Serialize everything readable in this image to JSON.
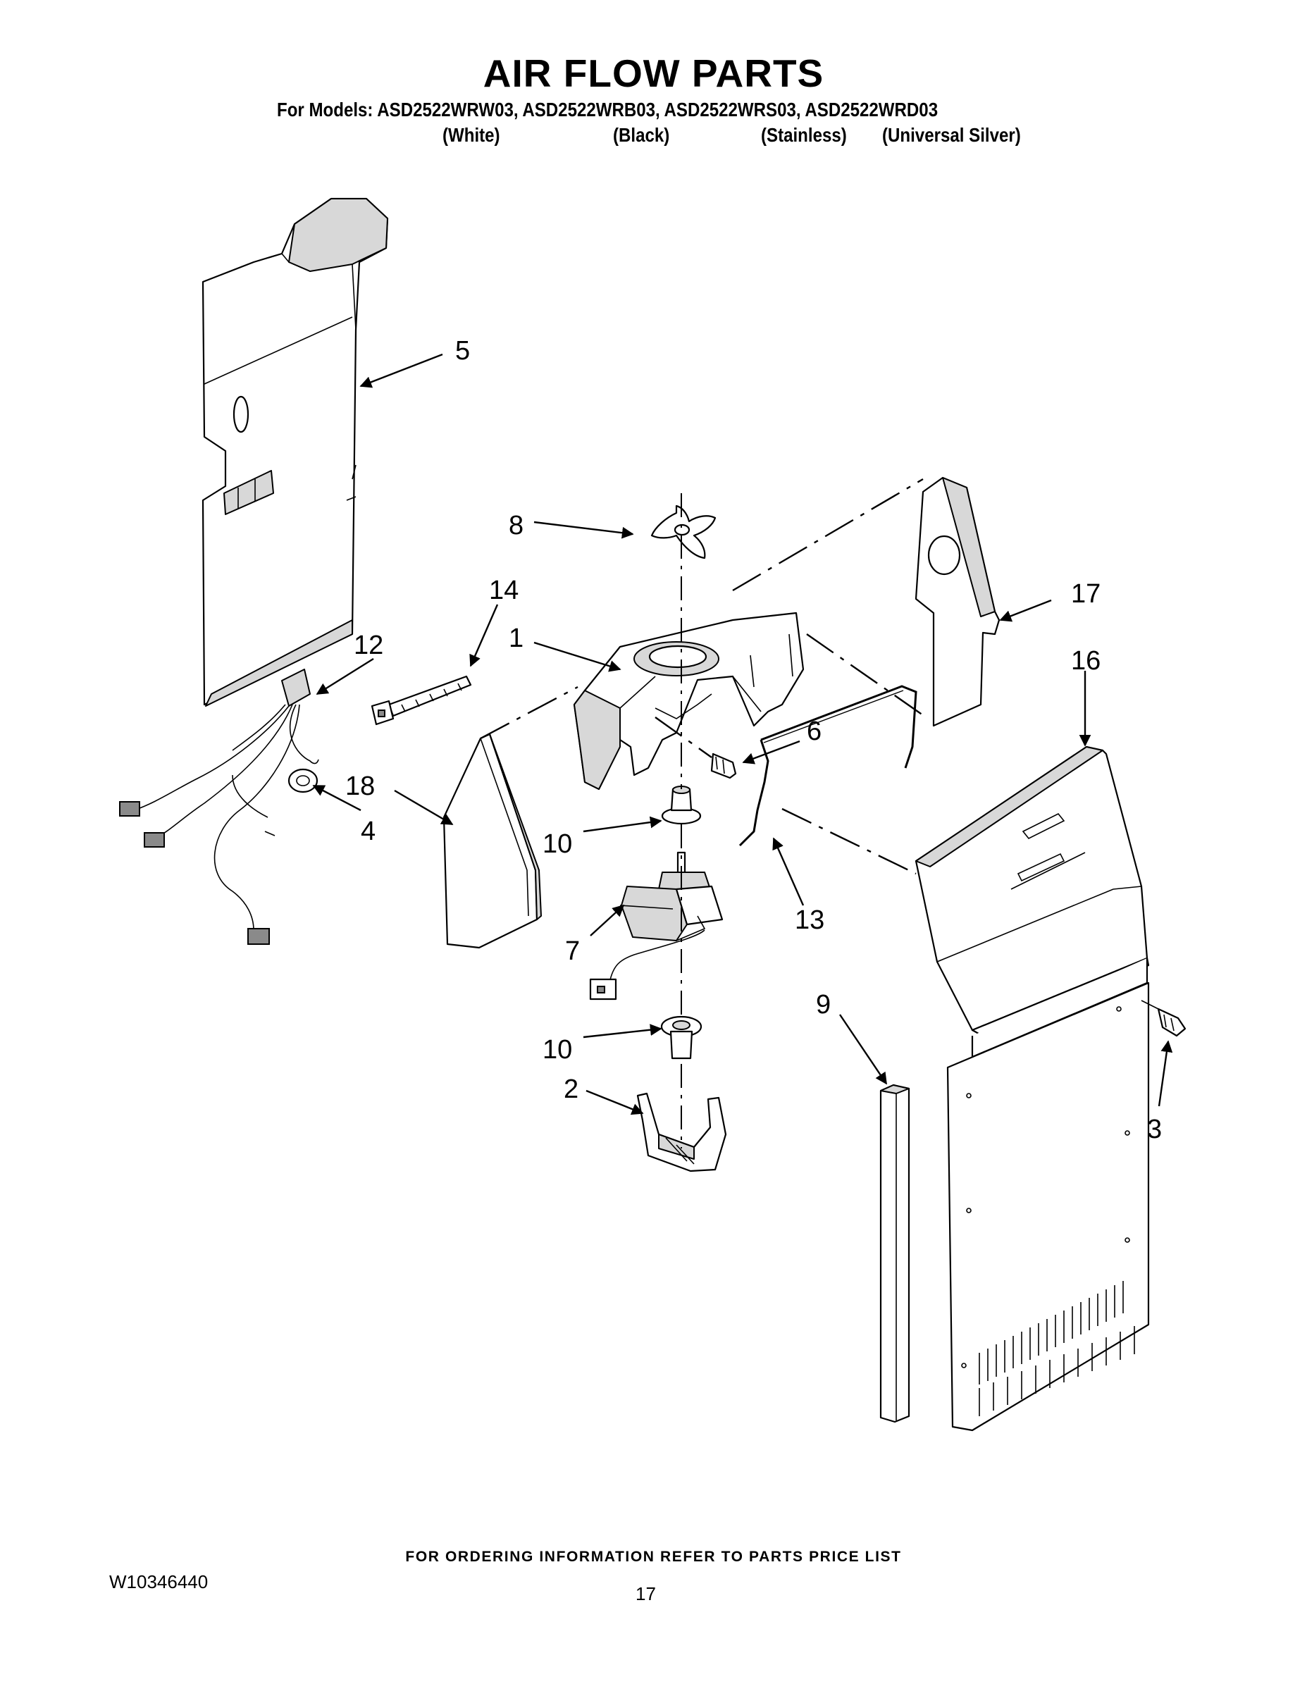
{
  "header": {
    "title": "AIR FLOW PARTS",
    "models_line": "For Models: ASD2522WRW03, ASD2522WRB03, ASD2522WRS03, ASD2522WRD03",
    "variants": [
      "(White)",
      "(Black)",
      "(Stainless)",
      "(Universal Silver)"
    ]
  },
  "callouts": [
    "1",
    "2",
    "3",
    "4",
    "5",
    "6",
    "7",
    "8",
    "9",
    "10",
    "10",
    "12",
    "13",
    "14",
    "16",
    "17",
    "18"
  ],
  "footer": {
    "ordering_note": "FOR ORDERING INFORMATION REFER TO PARTS PRICE LIST",
    "document_number": "W10346440",
    "page_number": "17"
  }
}
